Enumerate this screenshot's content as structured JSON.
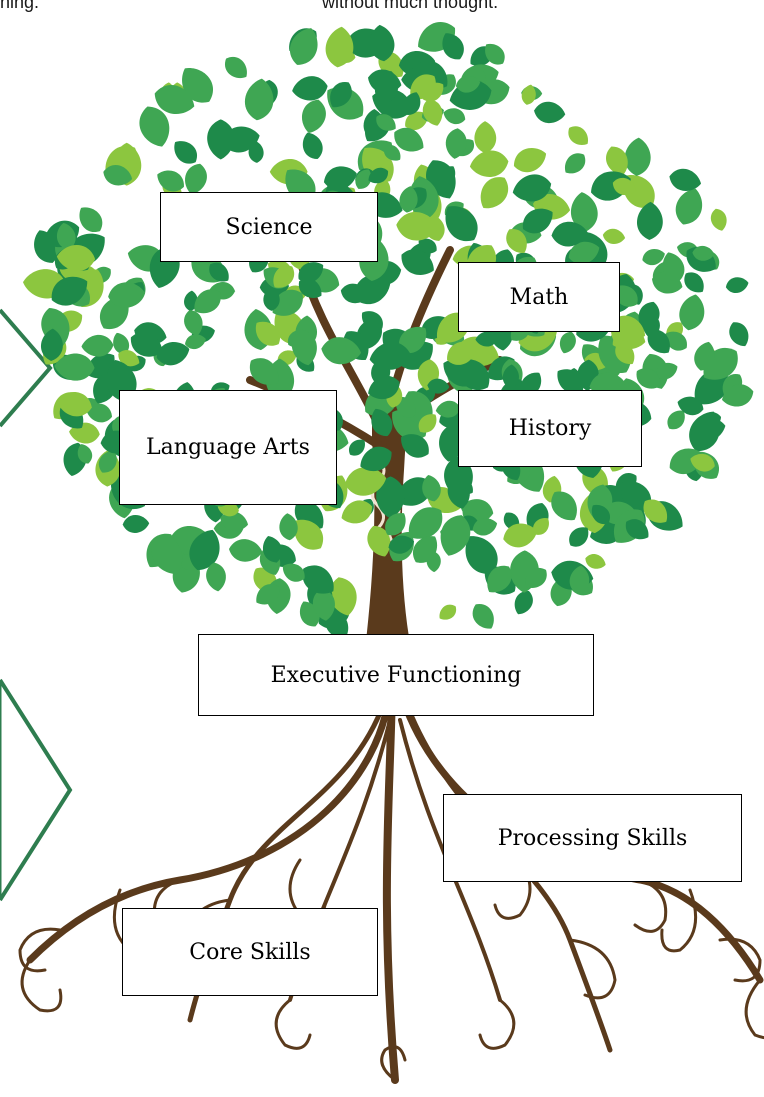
{
  "header_fragments": {
    "left": "ning.",
    "right": "without much thought."
  },
  "tree_labels": {
    "science": "Science",
    "math": "Math",
    "language_arts": "Language Arts",
    "history": "History",
    "executive_functioning": "Executive Functioning",
    "processing_skills": "Processing Skills",
    "core_skills": "Core Skills"
  },
  "colors": {
    "leaf_dark": "#1e8a4a",
    "leaf_mid": "#3fa653",
    "leaf_light": "#8cc63f",
    "trunk": "#5a3a1c",
    "arrow": "#2e7d4f"
  }
}
